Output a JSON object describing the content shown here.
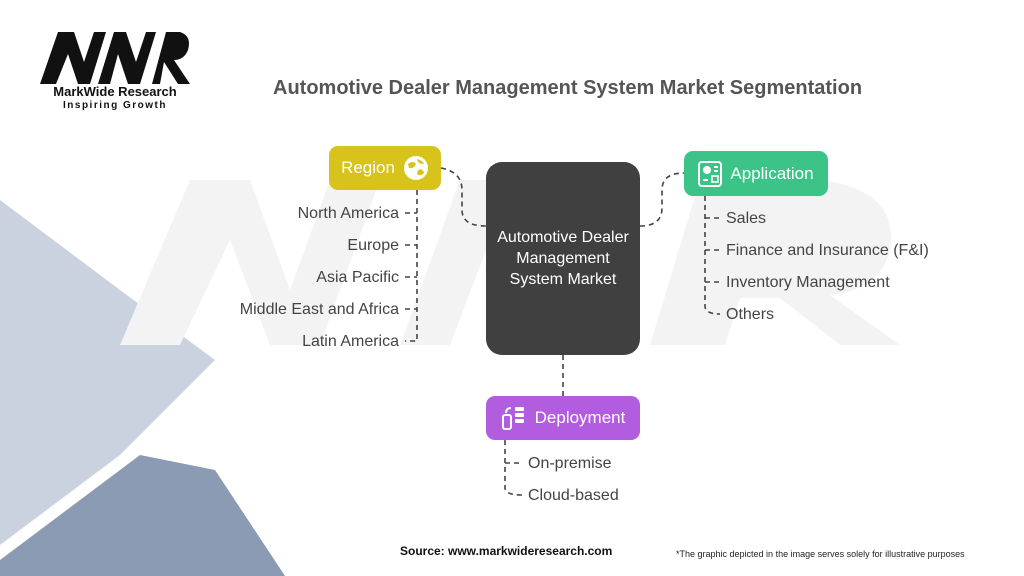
{
  "logo": {
    "name": "MarkWide Research",
    "tagline": "Inspiring Growth",
    "mark": "MWR"
  },
  "title": "Automotive Dealer Management System Market Segmentation",
  "center": {
    "label": "Automotive Dealer Management System Market"
  },
  "segments": {
    "region": {
      "label": "Region",
      "icon": "globe-icon",
      "color": "#d8c31c",
      "items": [
        "North America",
        "Europe",
        "Asia Pacific",
        "Middle East and Africa",
        "Latin America"
      ]
    },
    "application": {
      "label": "Application",
      "icon": "dashboard-icon",
      "color": "#3cc488",
      "items": [
        "Sales",
        "Finance and Insurance (F&I)",
        "Inventory Management",
        "Others"
      ]
    },
    "deployment": {
      "label": "Deployment",
      "icon": "server-device-icon",
      "color": "#b25ddf",
      "items": [
        "On-premise",
        "Cloud-based"
      ]
    }
  },
  "footer": {
    "source": "Source: www.markwideresearch.com",
    "disclaimer": "*The graphic depicted in the image serves solely for illustrative purposes"
  }
}
